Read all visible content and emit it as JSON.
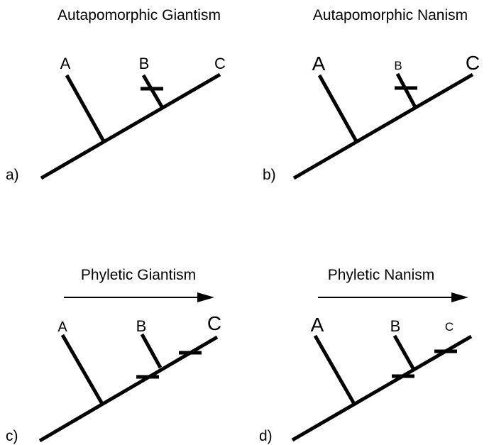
{
  "panels": [
    {
      "id": "a",
      "label": "a)",
      "title": "Autapomorphic Giantism",
      "tips": [
        {
          "text": "A",
          "size": "medium"
        },
        {
          "text": "B",
          "size": "medium"
        },
        {
          "text": "C",
          "size": "medium"
        }
      ],
      "has_arrow": false
    },
    {
      "id": "b",
      "label": "b)",
      "title": "Autapomorphic Nanism",
      "tips": [
        {
          "text": "A",
          "size": "large"
        },
        {
          "text": "B",
          "size": "small"
        },
        {
          "text": "C",
          "size": "large"
        }
      ],
      "has_arrow": false
    },
    {
      "id": "c",
      "label": "c)",
      "title": "Phyletic Giantism",
      "tips": [
        {
          "text": "A",
          "size": "small"
        },
        {
          "text": "B",
          "size": "medium"
        },
        {
          "text": "C",
          "size": "large"
        }
      ],
      "has_arrow": true
    },
    {
      "id": "d",
      "label": "d)",
      "title": "Phyletic Nanism",
      "tips": [
        {
          "text": "A",
          "size": "large"
        },
        {
          "text": "B",
          "size": "medium"
        },
        {
          "text": "C",
          "size": "small"
        }
      ],
      "has_arrow": true
    }
  ],
  "colors": {
    "ink": "#000000",
    "background": "#ffffff"
  }
}
